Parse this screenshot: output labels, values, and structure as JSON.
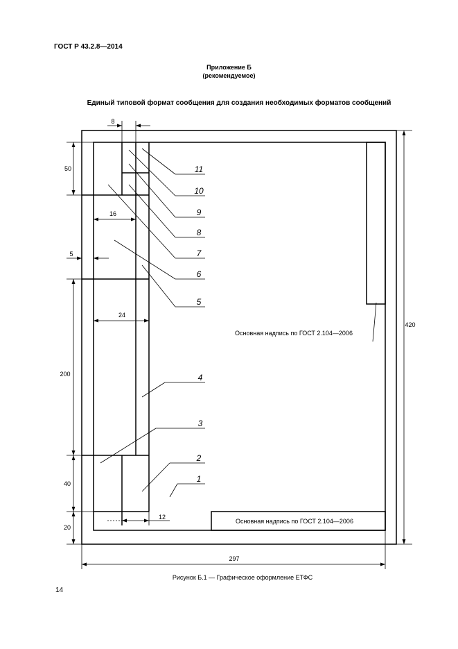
{
  "header": {
    "standard": "ГОСТ Р 43.2.8—2014"
  },
  "appendix": {
    "title": "Приложение Б",
    "subtitle": "(рекомендуемое)"
  },
  "heading": "Единый типовой формат сообщения для создания необходимых форматов сообщений",
  "drawing": {
    "dimensions": {
      "d8": "8",
      "d50": "50",
      "d16": "16",
      "d5": "5",
      "d24": "24",
      "d200": "200",
      "d40": "40",
      "d20": "20",
      "d12": "12",
      "d297": "297",
      "d420": "420"
    },
    "zone_labels": [
      "11",
      "10",
      "9",
      "8",
      "7",
      "6",
      "5",
      "4",
      "3",
      "2",
      "1"
    ],
    "title_block_side": "Основная надпись по ГОСТ 2.104—2006",
    "title_block_bottom": "Основная надпись по ГОСТ 2.104—2006"
  },
  "caption": "Рисунок Б.1 — Графическое оформление ЕТФС",
  "page_number": "14"
}
